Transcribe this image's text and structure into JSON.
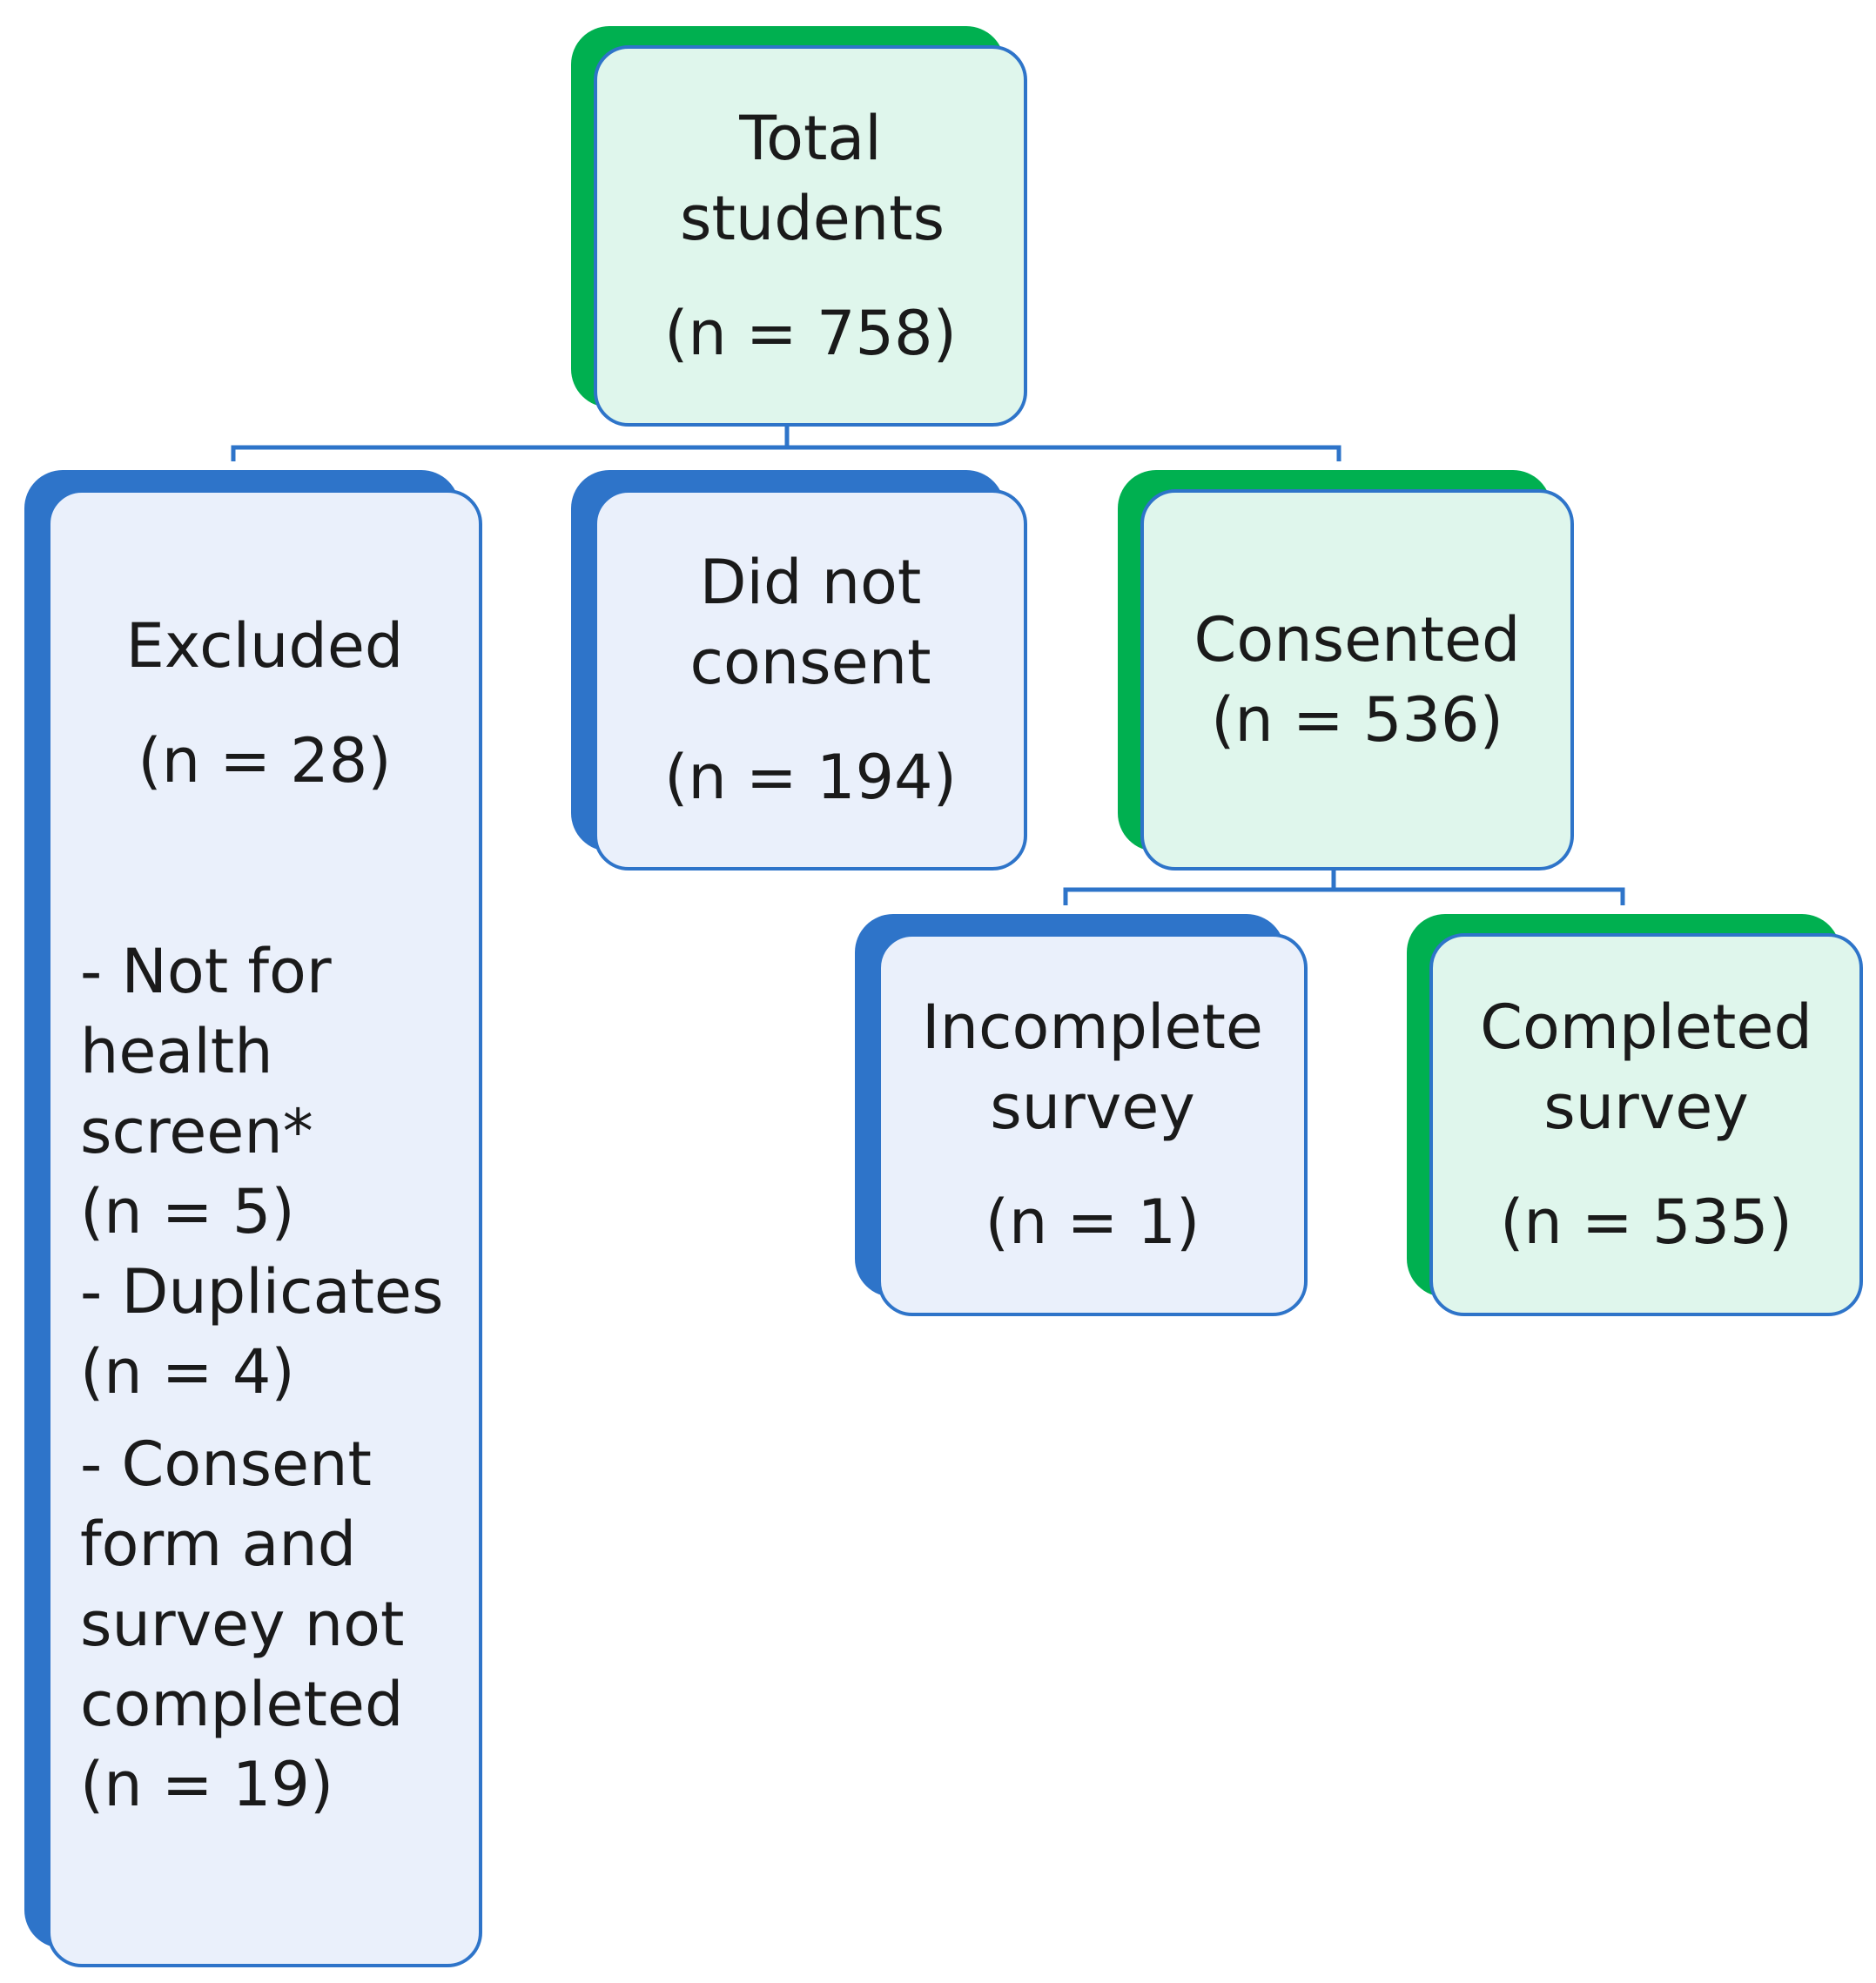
{
  "nodes": {
    "total": {
      "title": "Total students",
      "count": "(n = 758)"
    },
    "excluded": {
      "title": "Excluded",
      "count": "(n = 28)",
      "items": [
        {
          "label": "- Not for health screen*",
          "count": "(n = 5)"
        },
        {
          "label": "- Duplicates",
          "count": "(n = 4)"
        },
        {
          "label": "- Consent form and survey not completed",
          "count": "(n = 19)"
        }
      ]
    },
    "did_not_consent": {
      "title": "Did not consent",
      "count": "(n = 194)"
    },
    "consented": {
      "title": "Consented",
      "count": "(n = 536)"
    },
    "incomplete": {
      "title": "Incomplete survey",
      "count": "(n = 1)"
    },
    "completed": {
      "title": "Completed survey",
      "count": "(n = 535)"
    }
  },
  "colors": {
    "green_accent": "#00b050",
    "blue_accent": "#2e74c9",
    "green_fill": "#dff6ec",
    "blue_fill": "#eaf0fb",
    "connector": "#2e74c9"
  }
}
